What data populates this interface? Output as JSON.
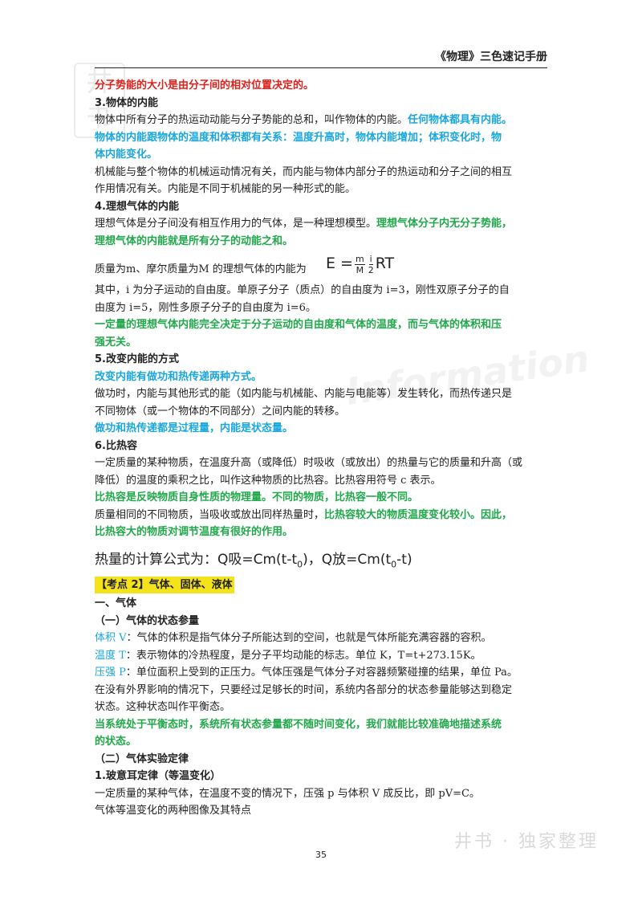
{
  "header": {
    "title": "《物理》三色速记手册"
  },
  "lines": [
    {
      "cls": "red",
      "text": "分子势能的大小是由分子间的相对位置决定的。"
    },
    {
      "cls": "heading",
      "text": "3.物体的内能"
    },
    {
      "cls": "plain",
      "text": "物体中所有分子的热运动动能与分子势能的总和，叫作物体的内能。",
      "tail_cls": "blue",
      "tail": "任何物体都具有内能。"
    },
    {
      "cls": "blue",
      "text": "物体的内能跟物体的温度和体积都有关系：温度升高时，物体内能增加；体积变化时，物"
    },
    {
      "cls": "blue",
      "text": "体内能变化。"
    },
    {
      "cls": "plain",
      "text": "机械能与整个物体的机械运动情况有关，而内能与物体内部分子的热运动和分子之间的相互"
    },
    {
      "cls": "plain",
      "text": "作用情况有关。内能是不同于机械能的另一种形式的能。"
    },
    {
      "cls": "heading",
      "text": "4.理想气体的内能"
    },
    {
      "cls": "plain",
      "text": "理想气体是分子间没有相互作用力的气体，是一种理想模型。",
      "tail_cls": "green",
      "tail": "理想气体分子内无分子势能，"
    },
    {
      "cls": "green",
      "text": "理想气体的内能就是所有分子的动能之和。"
    }
  ],
  "formula_text": "质量为m、摩尔质量为M 的理想气体的内能为",
  "formula": {
    "lhs": "E =",
    "f1_num": "m",
    "f1_den": "M",
    "f2_num": "i",
    "f2_den": "2",
    "rhs": "RT"
  },
  "lines2": [
    {
      "cls": "plain",
      "text": "其中，i 为分子运动的自由度。单原子分子（质点）的自由度为 i=3，刚性双原子分子的自"
    },
    {
      "cls": "plain",
      "text": "由度为 i=5，刚性多原子分子的自由度为 i=6。"
    },
    {
      "cls": "green",
      "text": "一定量的理想气体内能完全决定于分子运动的自由度和气体的温度，而与气体的体积和压"
    },
    {
      "cls": "green",
      "text": "强无关。"
    },
    {
      "cls": "heading",
      "text": "5.改变内能的方式"
    },
    {
      "cls": "blue",
      "text": "改变内能有做功和热传递两种方式。"
    },
    {
      "cls": "plain",
      "text": "做功时，内能与其他形式的能（如内能与机械能、内能与电能等）发生转化，而热传递只是"
    },
    {
      "cls": "plain",
      "text": "不同物体（或一个物体的不同部分）之间内能的转移。"
    },
    {
      "cls": "blue",
      "text": "做功和热传递都是过程量，内能是状态量。"
    },
    {
      "cls": "heading",
      "text": "6.比热容"
    },
    {
      "cls": "plain",
      "text": "一定质量的某种物质，在温度升高（或降低）时吸收（或放出）的热量与它的质量和升高（或"
    },
    {
      "cls": "plain",
      "text": "降低）的温度的乘积之比，叫作这种物质的比热容。比热容用符号 c 表示。"
    },
    {
      "cls": "green",
      "text": "比热容是反映物质自身性质的物理量。不同的物质，比热容一般不同。"
    },
    {
      "cls": "plain",
      "text": "质量相同的不同物质，当吸收或放出同样热量时，",
      "tail_cls": "green",
      "tail": "比热容较大的物质温度变化较小。因此，"
    },
    {
      "cls": "green",
      "text": "比热容大的物质对调节温度有很好的作用。"
    }
  ],
  "heat": {
    "prefix": "热量的计算公式为：Q吸=Cm(t-t",
    "sub0": "0",
    "mid": ")，Q放=Cm(t",
    "sub1": "0",
    "end": "-t)"
  },
  "topic": "【考点 2】气体、固体、液体",
  "lines3": [
    {
      "cls": "heading",
      "text": "一、气体"
    },
    {
      "cls": "heading",
      "text": "（一）气体的状态参量"
    },
    {
      "cls": "plain",
      "lead_cls": "blue-plain",
      "lead": "体积 V",
      "text": "：气体的体积是指气体分子所能达到的空间，也就是气体所能充满容器的容积。"
    },
    {
      "cls": "plain",
      "lead_cls": "blue-plain",
      "lead": "温度 T",
      "text": "：表示物体的冷热程度，是分子平均动能的标志。单位 K，T=t+273.15K。"
    },
    {
      "cls": "plain",
      "lead_cls": "blue-plain",
      "lead": "压强 P",
      "text": "：单位面积上受到的正压力。气体压强是气体分子对容器频繁碰撞的结果，单位 Pa。"
    },
    {
      "cls": "plain",
      "text": "在没有外界影响的情况下，只要经过足够长的时间，系统内各部分的状态参量能够达到稳定"
    },
    {
      "cls": "plain",
      "text": "状态。这种状态叫作平衡态。"
    },
    {
      "cls": "green",
      "text": "当系统处于平衡态时，系统所有状态参量都不随时间变化，我们就能比较准确地描述系统"
    },
    {
      "cls": "green",
      "text": "的状态。"
    },
    {
      "cls": "heading",
      "text": "（二）气体实验定律"
    },
    {
      "cls": "heading",
      "text": "1.玻意耳定律（等温变化）"
    },
    {
      "cls": "plain",
      "text": "一定质量的某种气体，在温度不变的情况下，压强 p 与体积 V 成反比，即 pV=C。"
    },
    {
      "cls": "plain",
      "text": "气体等温变化的两种图像及其特点"
    }
  ],
  "page_number": "35",
  "watermark": {
    "bottom": "井书 · 独家整理",
    "stamp": "井书",
    "script": "Information"
  }
}
